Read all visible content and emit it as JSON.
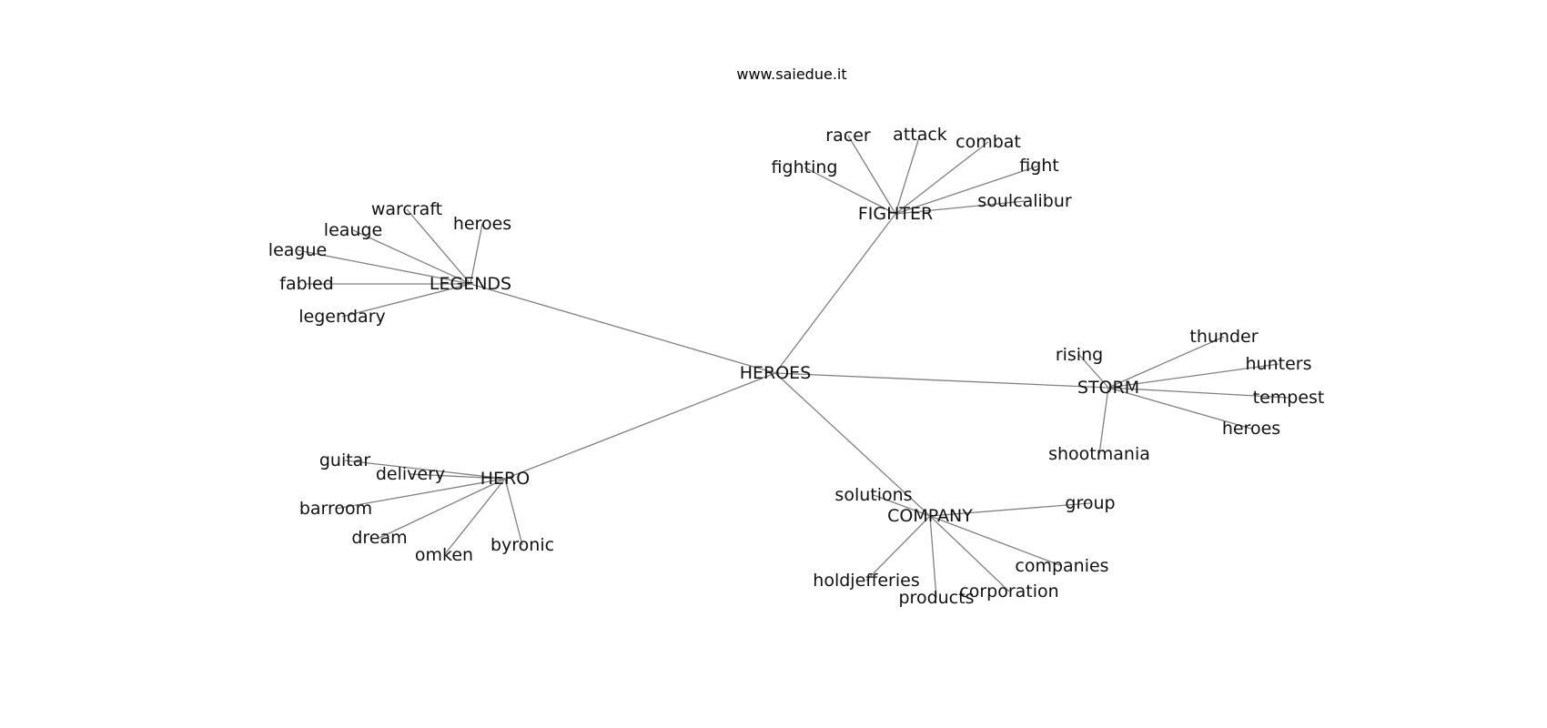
{
  "title": "www.saiedue.it",
  "graph": {
    "root": "HEROES",
    "groups": [
      {
        "hub": "LEGENDS",
        "leaves": [
          "warcraft",
          "heroes",
          "leauge",
          "league",
          "fabled",
          "legendary"
        ]
      },
      {
        "hub": "FIGHTER",
        "leaves": [
          "racer",
          "attack",
          "combat",
          "fighting",
          "fight",
          "soulcalibur"
        ]
      },
      {
        "hub": "STORM",
        "leaves": [
          "rising",
          "thunder",
          "hunters",
          "tempest",
          "heroes",
          "shootmania"
        ]
      },
      {
        "hub": "HERO",
        "leaves": [
          "guitar",
          "delivery",
          "barroom",
          "dream",
          "omken",
          "byronic"
        ]
      },
      {
        "hub": "COMPANY",
        "leaves": [
          "solutions",
          "group",
          "companies",
          "holdjefferies",
          "products",
          "corporation"
        ]
      }
    ]
  }
}
